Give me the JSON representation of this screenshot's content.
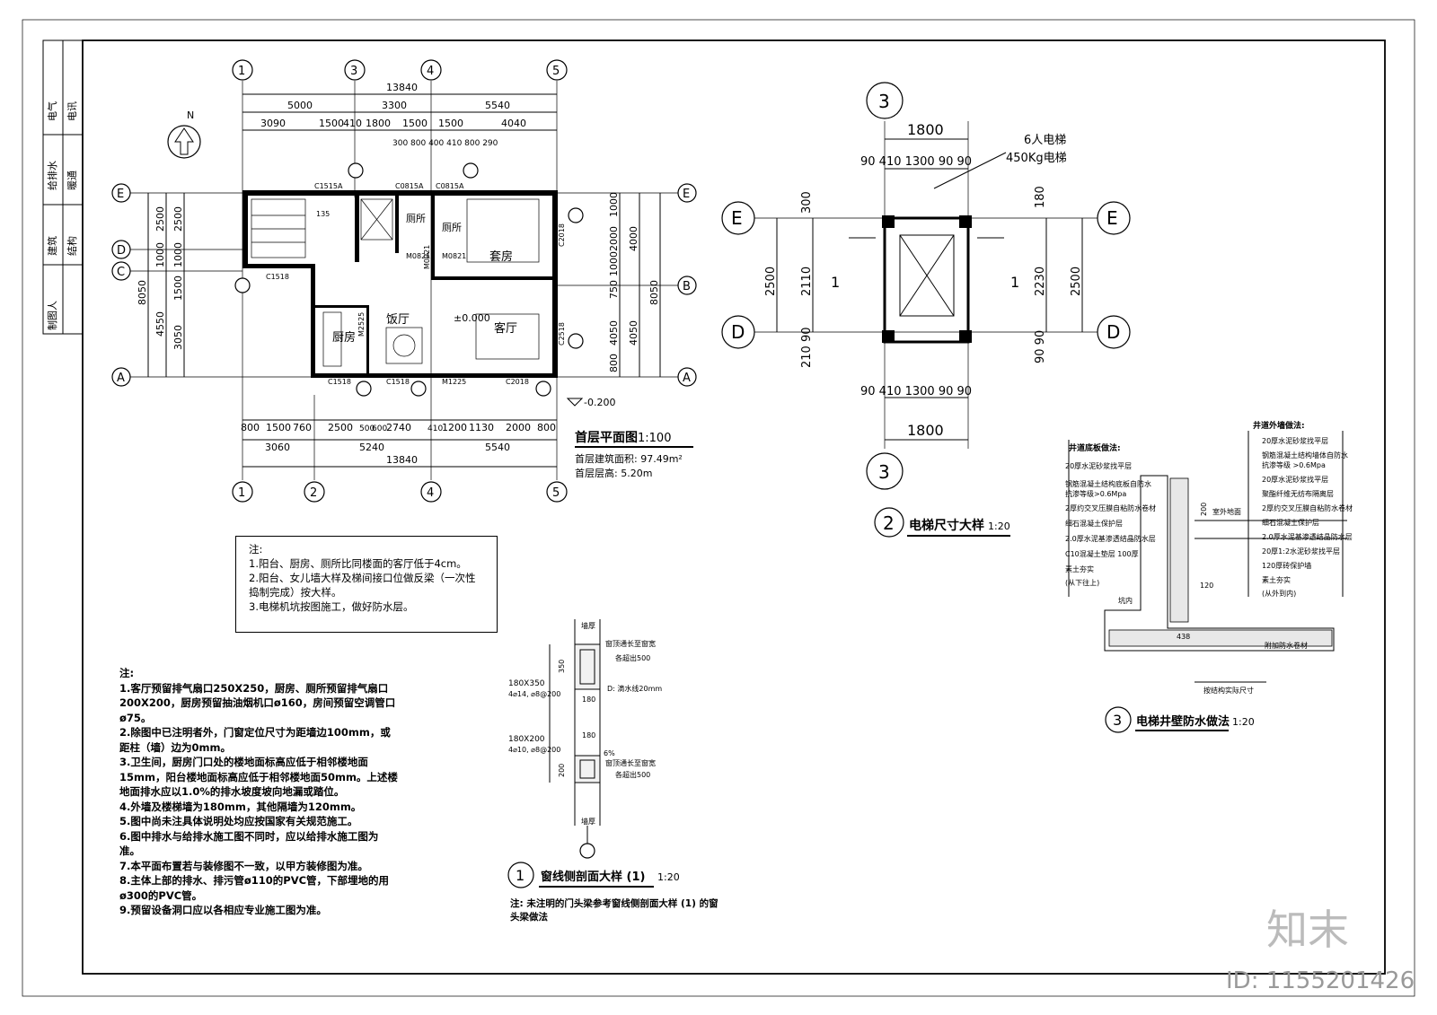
{
  "title_block": {
    "labels": [
      "电气",
      "电讯",
      "给排水",
      "暖通",
      "建筑",
      "结构",
      "制图人"
    ]
  },
  "plan": {
    "north": "N",
    "title": "首层平面图",
    "scale": "1:100",
    "area": "首层建筑面积: 97.49m²",
    "height": "首层层高: 5.20m",
    "level_zero": "±0.000",
    "level_outside": "-0.200",
    "axes_top": [
      "1",
      "3",
      "4",
      "5"
    ],
    "axes_bottom": [
      "1",
      "2",
      "4",
      "5"
    ],
    "axes_left": [
      "E",
      "D",
      "C",
      "A"
    ],
    "axes_right": [
      "E",
      "B",
      "A"
    ],
    "dims_top_total": "13840",
    "dims_top_1": [
      "5000",
      "3300",
      "5540"
    ],
    "dims_top_2": [
      "3090",
      "1500",
      "410",
      "1800",
      "1500",
      "1500",
      "4040"
    ],
    "dims_top_3": "300 800 400 410 800 290",
    "dims_bottom_1": [
      "800",
      "1500",
      "760",
      "2500",
      "500",
      "600",
      "2740",
      "410",
      "1200",
      "1130",
      "2000",
      "800"
    ],
    "dims_bottom_2": [
      "3060",
      "5240",
      "5540"
    ],
    "dims_bottom_total": "13840",
    "dims_left_1": [
      "2500",
      "1000",
      "1500",
      "3050"
    ],
    "dims_left_2": [
      "2500",
      "1000",
      "4550"
    ],
    "dims_left_total": "8050",
    "dims_right_1": [
      "1000",
      "2000",
      "1000",
      "750",
      "4050",
      "800"
    ],
    "dims_right_2": [
      "4000",
      "4050"
    ],
    "dims_right_total": "8050",
    "rooms": [
      "厨房",
      "饭厅",
      "客厅",
      "套房",
      "厕所",
      "厕所"
    ],
    "tags": [
      "C1515A",
      "C0815A",
      "C0815A",
      "C1518",
      "C1518",
      "C1518",
      "M1225",
      "C2018",
      "C2018",
      "C2518",
      "M0821",
      "M0821",
      "M0921",
      "M2525",
      "135"
    ]
  },
  "notes_box": {
    "header": "注:",
    "items": [
      "1.阳台、厨房、厕所比同楼面的客厅低于4cm。",
      "2.阳台、女儿墙大样及梯间接口位做反梁（一次性捣制完成）按大样。",
      "3.电梯机坑按图施工，做好防水层。"
    ]
  },
  "notes_main": {
    "header": "注:",
    "items": [
      "1.客厅预留排气扇口250X250，厨房、厕所预留排气扇口200X200，厨房预留抽油烟机口ø160，房间预留空调管口ø75。",
      "2.除图中已注明者外，门窗定位尺寸为距墙边100mm，或距柱（墙）边为0mm。",
      "3.卫生间，厨房门口处的楼地面标高应低于相邻楼地面15mm，阳台楼地面标高应低于相邻楼地面50mm。上述楼地面排水应以1.0%的排水坡度坡向地漏或踏位。",
      "4.外墙及楼梯墙为180mm，其他隔墙为120mm。",
      "5.图中尚未注具体说明处均应按国家有关规范施工。",
      "6.图中排水与给排水施工图不同时，应以给排水施工图为准。",
      "7.本平面布置若与装修图不一致，以甲方装修图为准。",
      "8.主体上部的排水、排污管ø110的PVC管，下部埋地的用ø300的PVC管。",
      "9.预留设备洞口应以各相应专业施工图为准。"
    ]
  },
  "elevator": {
    "title_num": "2",
    "title": "电梯尺寸大样",
    "scale": "1:20",
    "label1": "6人电梯",
    "label2": "450Kg电梯",
    "axis_top": "3",
    "axis_bottom": "3",
    "axis_left": [
      "E",
      "D"
    ],
    "axis_right": [
      "E",
      "D"
    ],
    "dim_width": "1800",
    "dim_parts": "90 410 1300 90 90",
    "dims_left": [
      "300",
      "2110",
      "2500",
      "210 90"
    ],
    "dims_right": [
      "180",
      "2230",
      "2500",
      "90 90"
    ],
    "section_mark": "1"
  },
  "window_section": {
    "title_num": "1",
    "title": "窗线侧剖面大样 (1)",
    "scale": "1:20",
    "note": "注: 未注明的门头梁参考窗线侧剖面大样 (1) 的窗头梁做法",
    "beam1": "180X350",
    "beam1_rebar": "4⌀14, ⌀8@200",
    "beam2": "180X200",
    "beam2_rebar": "4⌀10, ⌀8@200",
    "drip": "D: 滴水线20mm",
    "dim_350": "350",
    "dim_180": "180",
    "dim_200": "200",
    "wall_top": "墙厚",
    "wall_bottom": "墙厚",
    "note_a": "窗顶通长至窗宽",
    "note_b": "各超出500",
    "slope": "6%"
  },
  "waterproof": {
    "title_num": "3",
    "title": "电梯井壁防水做法",
    "scale": "1:20",
    "head_left": "井道底板做法:",
    "head_right": "井道外墙做法:",
    "left_layers": [
      "20厚水泥砂浆找平层",
      "钢筋混凝土结构底板自防水",
      "抗渗等级>0.6Mpa",
      "2厚约交叉压膜自粘防水卷材",
      "细石混凝土保护层",
      "2.0厚水泥基渗透结晶防水层",
      "C10混凝土垫层   100厚",
      "素土夯实",
      "(从下往上)"
    ],
    "right_layers": [
      "20厚水泥砂浆找平层",
      "钢筋混凝土结构墙体自防水",
      "抗渗等级   >0.6Mpa",
      "20厚水泥砂浆找平层",
      "聚酯纤维无纺布隔离层",
      "2厚约交叉压膜自粘防水卷材",
      "细石混凝土保护层",
      "2.0厚水泥基渗透结晶防水层",
      "20厚1:2水泥砂浆找平层",
      "120厚砖保护墙",
      "素土夯实",
      "(从外到内)"
    ],
    "dims": [
      "200",
      "120",
      "438"
    ],
    "tag_outdoor": "室外地面",
    "tag_pit": "坑内",
    "tag_waterproof": "附加防水卷材",
    "tag_bottom": "按结构实际尺寸"
  },
  "branding": {
    "logo": "知末",
    "id": "ID: 1155201426"
  }
}
